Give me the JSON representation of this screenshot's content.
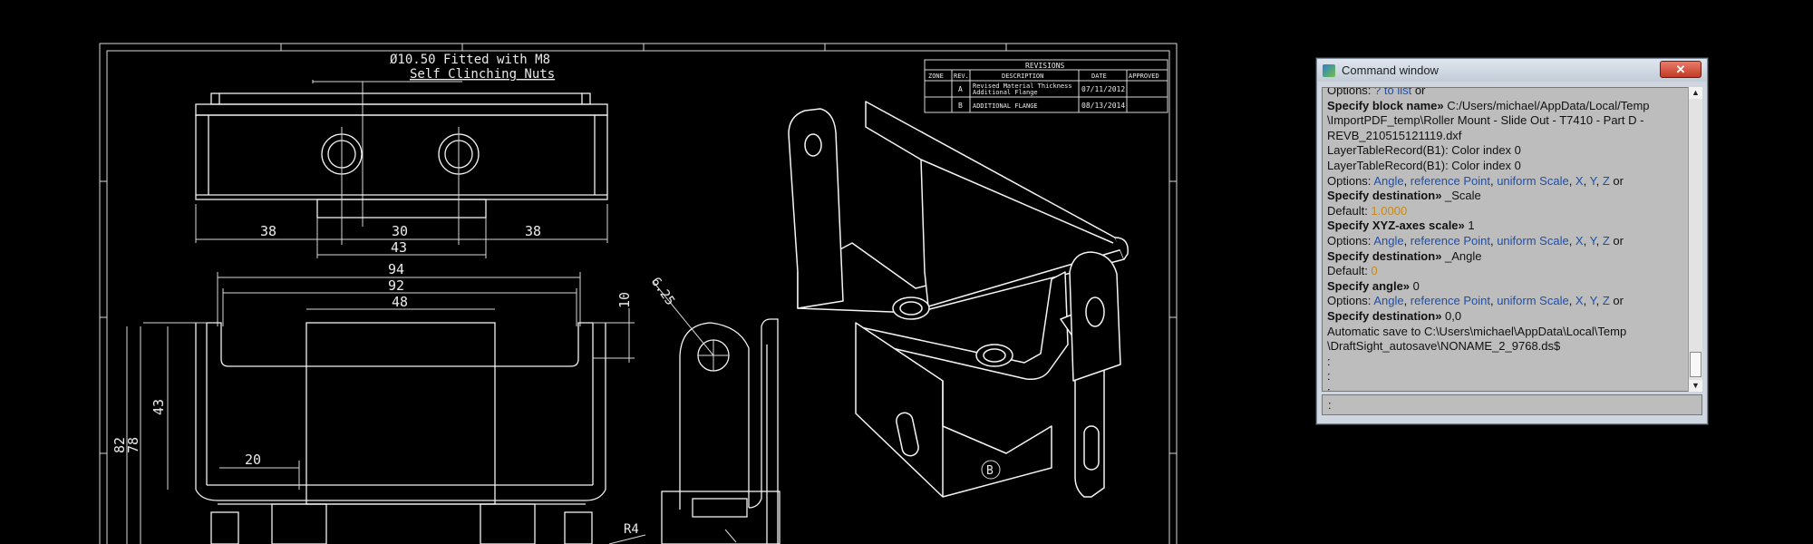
{
  "drawing": {
    "note_line1": "Ø10.50 Fitted with M8",
    "note_line2": "Self Clinching Nuts",
    "revisions": {
      "title": "REVISIONS",
      "headers": [
        "ZONE",
        "REV.",
        "DESCRIPTION",
        "DATE",
        "APPROVED"
      ],
      "rows": [
        {
          "zone": "",
          "rev": "A",
          "desc1": "Revised Material Thickness",
          "desc2": "Additional Flange",
          "date": "07/11/2012",
          "approved": ""
        },
        {
          "zone": "",
          "rev": "B",
          "desc1": "ADDITIONAL FLANGE",
          "desc2": "",
          "date": "08/13/2014",
          "approved": ""
        }
      ]
    },
    "dims": {
      "d38a": "38",
      "d30": "30",
      "d38b": "38",
      "d43": "43",
      "d94": "94",
      "d92": "92",
      "d48": "48",
      "d10": "10",
      "d625": "6.25",
      "d43v": "43",
      "d82": "82",
      "d78": "78",
      "d20": "20",
      "r4": "R4"
    },
    "balloon": "B"
  },
  "command_window": {
    "title": "Command window",
    "close_label": "✕",
    "lines": [
      [
        {
          "t": "Options: "
        },
        {
          "t": "? to list",
          "c": "opt"
        },
        {
          "t": " or"
        }
      ],
      [
        {
          "t": "Specify block name»",
          "c": "kw"
        },
        {
          "t": " C:/Users/michael/AppData/Local/Temp"
        }
      ],
      [
        {
          "t": "\\ImportPDF_temp\\Roller Mount - Slide Out - T7410 - Part D -"
        }
      ],
      [
        {
          "t": "REVB_210515121119.dxf"
        }
      ],
      [
        {
          "t": "LayerTableRecord(B1): Color index 0"
        }
      ],
      [
        {
          "t": "LayerTableRecord(B1): Color index 0"
        }
      ],
      [
        {
          "t": "Options: "
        },
        {
          "t": "Angle",
          "c": "opt"
        },
        {
          "t": ", "
        },
        {
          "t": "reference Point",
          "c": "opt"
        },
        {
          "t": ", "
        },
        {
          "t": "uniform Scale",
          "c": "opt"
        },
        {
          "t": ", "
        },
        {
          "t": "X",
          "c": "opt"
        },
        {
          "t": ", "
        },
        {
          "t": "Y",
          "c": "opt"
        },
        {
          "t": ", "
        },
        {
          "t": "Z",
          "c": "opt"
        },
        {
          "t": " or"
        }
      ],
      [
        {
          "t": "Specify destination»",
          "c": "kw"
        },
        {
          "t": " _Scale"
        }
      ],
      [
        {
          "t": "Default: "
        },
        {
          "t": "1.0000",
          "c": "num"
        }
      ],
      [
        {
          "t": "Specify XYZ-axes scale»",
          "c": "kw"
        },
        {
          "t": " 1"
        }
      ],
      [
        {
          "t": "Options: "
        },
        {
          "t": "Angle",
          "c": "opt"
        },
        {
          "t": ", "
        },
        {
          "t": "reference Point",
          "c": "opt"
        },
        {
          "t": ", "
        },
        {
          "t": "uniform Scale",
          "c": "opt"
        },
        {
          "t": ", "
        },
        {
          "t": "X",
          "c": "opt"
        },
        {
          "t": ", "
        },
        {
          "t": "Y",
          "c": "opt"
        },
        {
          "t": ", "
        },
        {
          "t": "Z",
          "c": "opt"
        },
        {
          "t": " or"
        }
      ],
      [
        {
          "t": "Specify destination»",
          "c": "kw"
        },
        {
          "t": " _Angle"
        }
      ],
      [
        {
          "t": "Default: "
        },
        {
          "t": "0",
          "c": "num"
        }
      ],
      [
        {
          "t": "Specify angle»",
          "c": "kw"
        },
        {
          "t": " 0"
        }
      ],
      [
        {
          "t": "Options: "
        },
        {
          "t": "Angle",
          "c": "opt"
        },
        {
          "t": ", "
        },
        {
          "t": "reference Point",
          "c": "opt"
        },
        {
          "t": ", "
        },
        {
          "t": "uniform Scale",
          "c": "opt"
        },
        {
          "t": ", "
        },
        {
          "t": "X",
          "c": "opt"
        },
        {
          "t": ", "
        },
        {
          "t": "Y",
          "c": "opt"
        },
        {
          "t": ", "
        },
        {
          "t": "Z",
          "c": "opt"
        },
        {
          "t": " or"
        }
      ],
      [
        {
          "t": "Specify destination»",
          "c": "kw"
        },
        {
          "t": " 0,0"
        }
      ],
      [
        {
          "t": "Automatic save to C:\\Users\\michael\\AppData\\Local\\Temp"
        }
      ],
      [
        {
          "t": "\\DraftSight_autosave\\NONAME_2_9768.ds$"
        }
      ],
      [
        {
          "t": ":"
        }
      ],
      [
        {
          "t": ":"
        }
      ],
      [
        {
          "t": ":"
        }
      ]
    ],
    "prompt": ":"
  }
}
